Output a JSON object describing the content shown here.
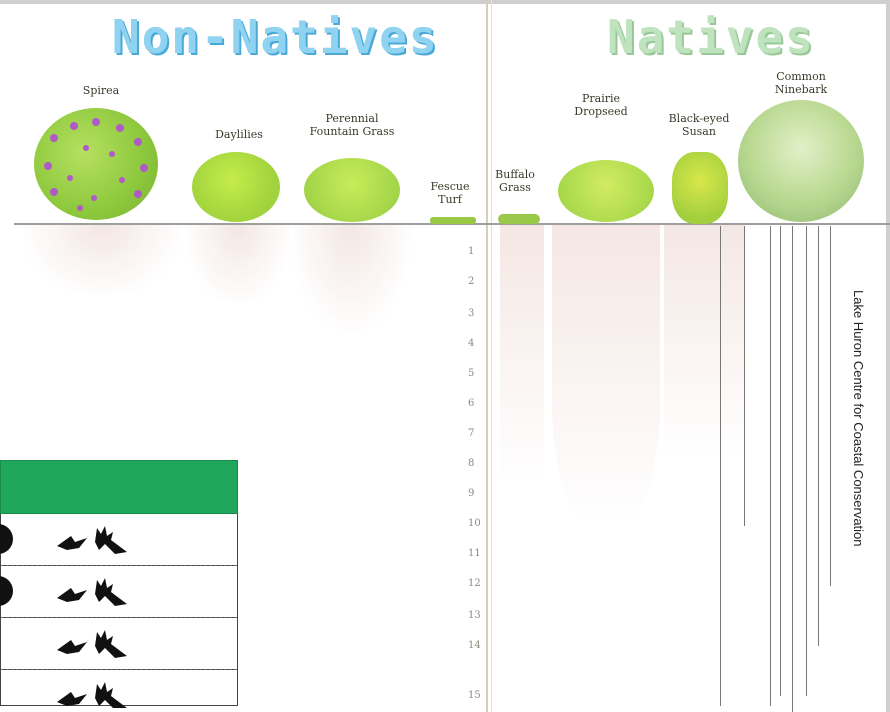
{
  "headings": {
    "non_natives": "Non-Natives",
    "natives": "Natives"
  },
  "non_native_plants": [
    {
      "name_line1": "Spirea",
      "name_line2": ""
    },
    {
      "name_line1": "Daylilies",
      "name_line2": ""
    },
    {
      "name_line1": "Perennial",
      "name_line2": "Fountain Grass"
    },
    {
      "name_line1": "Fescue",
      "name_line2": "Turf"
    }
  ],
  "native_plants": [
    {
      "name_line1": "Buffalo",
      "name_line2": "Grass"
    },
    {
      "name_line1": "Prairie",
      "name_line2": "Dropseed"
    },
    {
      "name_line1": "Black-eyed",
      "name_line2": "Susan"
    },
    {
      "name_line1": "Common",
      "name_line2": "Ninebark"
    }
  ],
  "ruler_numbers": [
    "1",
    "2",
    "3",
    "4",
    "5",
    "6",
    "7",
    "8",
    "9",
    "10",
    "11",
    "12",
    "13",
    "14",
    "15"
  ],
  "credit": "Lake Huron Centre for Coastal Conservation",
  "table": {
    "rows": [
      {
        "has_circle": true,
        "icons": "bird-deer-icon"
      },
      {
        "has_circle": true,
        "icons": "bird-deer-icon"
      },
      {
        "has_circle": false,
        "icons": "bird-deer-icon"
      },
      {
        "has_circle": false,
        "icons": "bird-deer-icon"
      }
    ]
  },
  "colors": {
    "non_native_title": "#8fd3f0",
    "native_title": "#bfe3bf",
    "table_header": "#1fa85c",
    "plant_green": "#a8d84a",
    "spirea_flower": "#b05ac8"
  }
}
